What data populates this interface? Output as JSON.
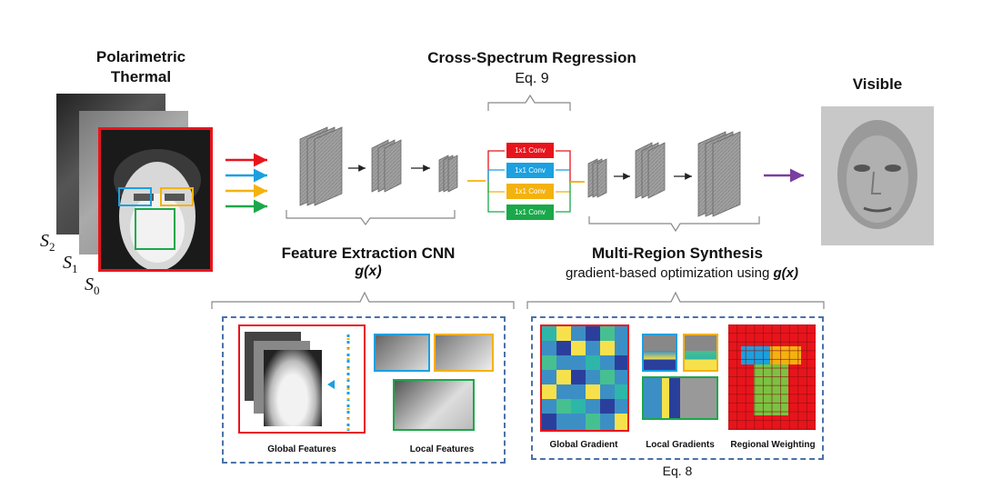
{
  "input": {
    "title": "Polarimetric Thermal",
    "stokes": [
      "S",
      "S",
      "S"
    ],
    "stokes_sub": [
      "2",
      "1",
      "0"
    ]
  },
  "output": {
    "title": "Visible"
  },
  "regression": {
    "title": "Cross-Spectrum Regression",
    "eq": "Eq. 9"
  },
  "convs": [
    {
      "label": "1x1 Conv",
      "color": "#e8141c"
    },
    {
      "label": "1x1 Conv",
      "color": "#1ba0e0"
    },
    {
      "label": "1x1 Conv",
      "color": "#f4b20e"
    },
    {
      "label": "1x1 Conv",
      "color": "#1aa84a"
    }
  ],
  "feature_cnn": {
    "title": "Feature Extraction CNN",
    "func": "g(x)"
  },
  "synthesis": {
    "title": "Multi-Region Synthesis",
    "subtitle_prefix": "gradient-based optimization using ",
    "func": "g(x)"
  },
  "left_panel": {
    "global_label": "Global Features",
    "local_label": "Local Features"
  },
  "right_panel": {
    "global_label": "Global Gradient",
    "local_label": "Local Gradients",
    "weight_label": "Regional Weighting",
    "eq": "Eq. 8"
  },
  "colors": {
    "red": "#e8141c",
    "blue": "#1ba0e0",
    "yellow": "#f4b20e",
    "green": "#1aa84a",
    "purple": "#7a3fa0",
    "dash": "#4a72a8"
  }
}
